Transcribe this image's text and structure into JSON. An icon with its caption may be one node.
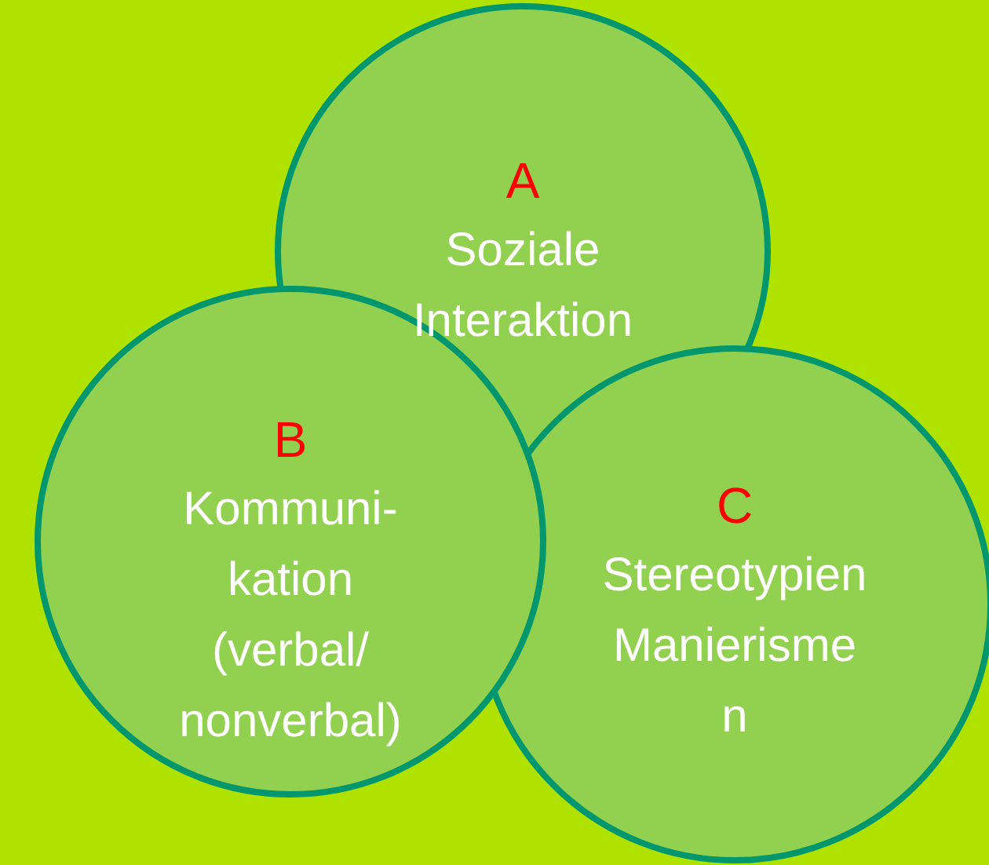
{
  "diagram": {
    "nodes": [
      {
        "text": [
          "A",
          "Soziale Interaktion"
        ]
      },
      {
        "text": [
          "B",
          "Kommuni- kation (verbal/ nonverbal)"
        ]
      },
      {
        "text": [
          "C",
          "Stereotypien Manierisme n"
        ]
      }
    ]
  }
}
